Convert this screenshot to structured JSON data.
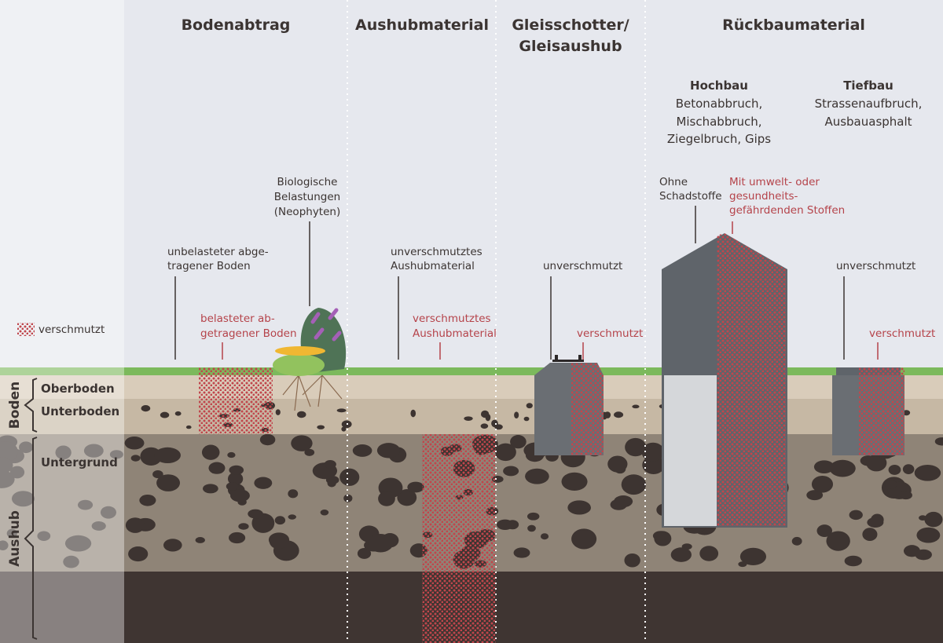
{
  "headers": {
    "bodenabtrag": "Bodenabtrag",
    "aushubmaterial": "Aushubmaterial",
    "gleis_line1": "Gleisschotter/",
    "gleis_line2": "Gleisaushub",
    "rueckbau": "Rückbaumaterial"
  },
  "rueckbau_sub": {
    "hochbau_title": "Hochbau",
    "hochbau_lines": [
      "Betonabbruch,",
      "Mischabbruch,",
      "Ziegelbruch, Gips"
    ],
    "tiefbau_title": "Tiefbau",
    "tiefbau_lines": [
      "Strassenaufbruch,",
      "Ausbauasphalt"
    ]
  },
  "legend": {
    "label": "verschmutzt"
  },
  "labels": {
    "unbelastet": [
      "unbelasteter abge-",
      "tragener Boden"
    ],
    "bio": [
      "Biologische",
      "Belastungen",
      "(Neophyten)"
    ],
    "belastet": [
      "belasteter ab-",
      "getragener Boden"
    ],
    "unverschmutzt_aushub": [
      "unverschmutztes",
      "Aushubmaterial"
    ],
    "verschmutzt_aushub": [
      "verschmutztes",
      "Aushubmaterial"
    ],
    "gleis_clean": "unverschmutzt",
    "gleis_dirty": "verschmutzt",
    "ohne": [
      "Ohne",
      "Schadstoffe"
    ],
    "mit": [
      "Mit umwelt- oder",
      "gesundheits-",
      "gefährdenden Stoffen"
    ],
    "tief_clean": "unverschmutzt",
    "tief_dirty": "verschmutzt"
  },
  "layers": {
    "oberboden": "Oberboden",
    "unterboden": "Unterboden",
    "untergrund": "Untergrund",
    "boden": "Boden",
    "aushub": "Aushub"
  },
  "colors": {
    "sky": "#e6e8ee",
    "grass": "#7cb95c",
    "contaminated": "#b5434a",
    "stone": "#3d3431"
  }
}
